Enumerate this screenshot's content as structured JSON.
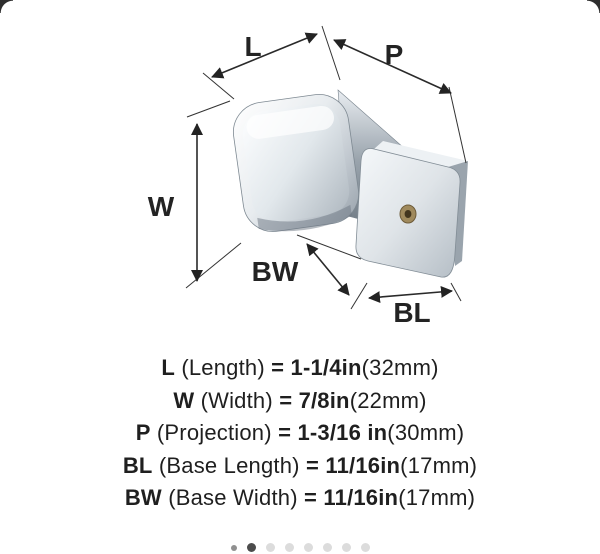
{
  "diagram": {
    "labels": {
      "length": "L",
      "projection": "P",
      "width": "W",
      "base_width": "BW",
      "base_length": "BL"
    }
  },
  "specs": [
    {
      "code": "L",
      "label": "(Length)",
      "value": "= 1-1/4in",
      "metric": "(32mm)"
    },
    {
      "code": "W",
      "label": "(Width)",
      "value": "= 7/8in",
      "metric": "(22mm)"
    },
    {
      "code": "P",
      "label": "(Projection)",
      "value": "= 1-3/16 in",
      "metric": "(30mm)"
    },
    {
      "code": "BL",
      "label": "(Base Length)",
      "value": "= 11/16in",
      "metric": "(17mm)"
    },
    {
      "code": "BW",
      "label": "(Base Width)",
      "value": "= 11/16in",
      "metric": "(17mm)"
    }
  ],
  "carousel": {
    "dots": [
      "semi",
      "active",
      "idle",
      "idle",
      "idle",
      "idle",
      "idle",
      "idle"
    ]
  },
  "colors": {
    "dot_active": "#4c4c4c",
    "dot_inactive": "#dcdcdc",
    "dot_semi": "#909090",
    "diagram_ink": "#2a2a2a",
    "spec_text": "#1f1f1f"
  }
}
